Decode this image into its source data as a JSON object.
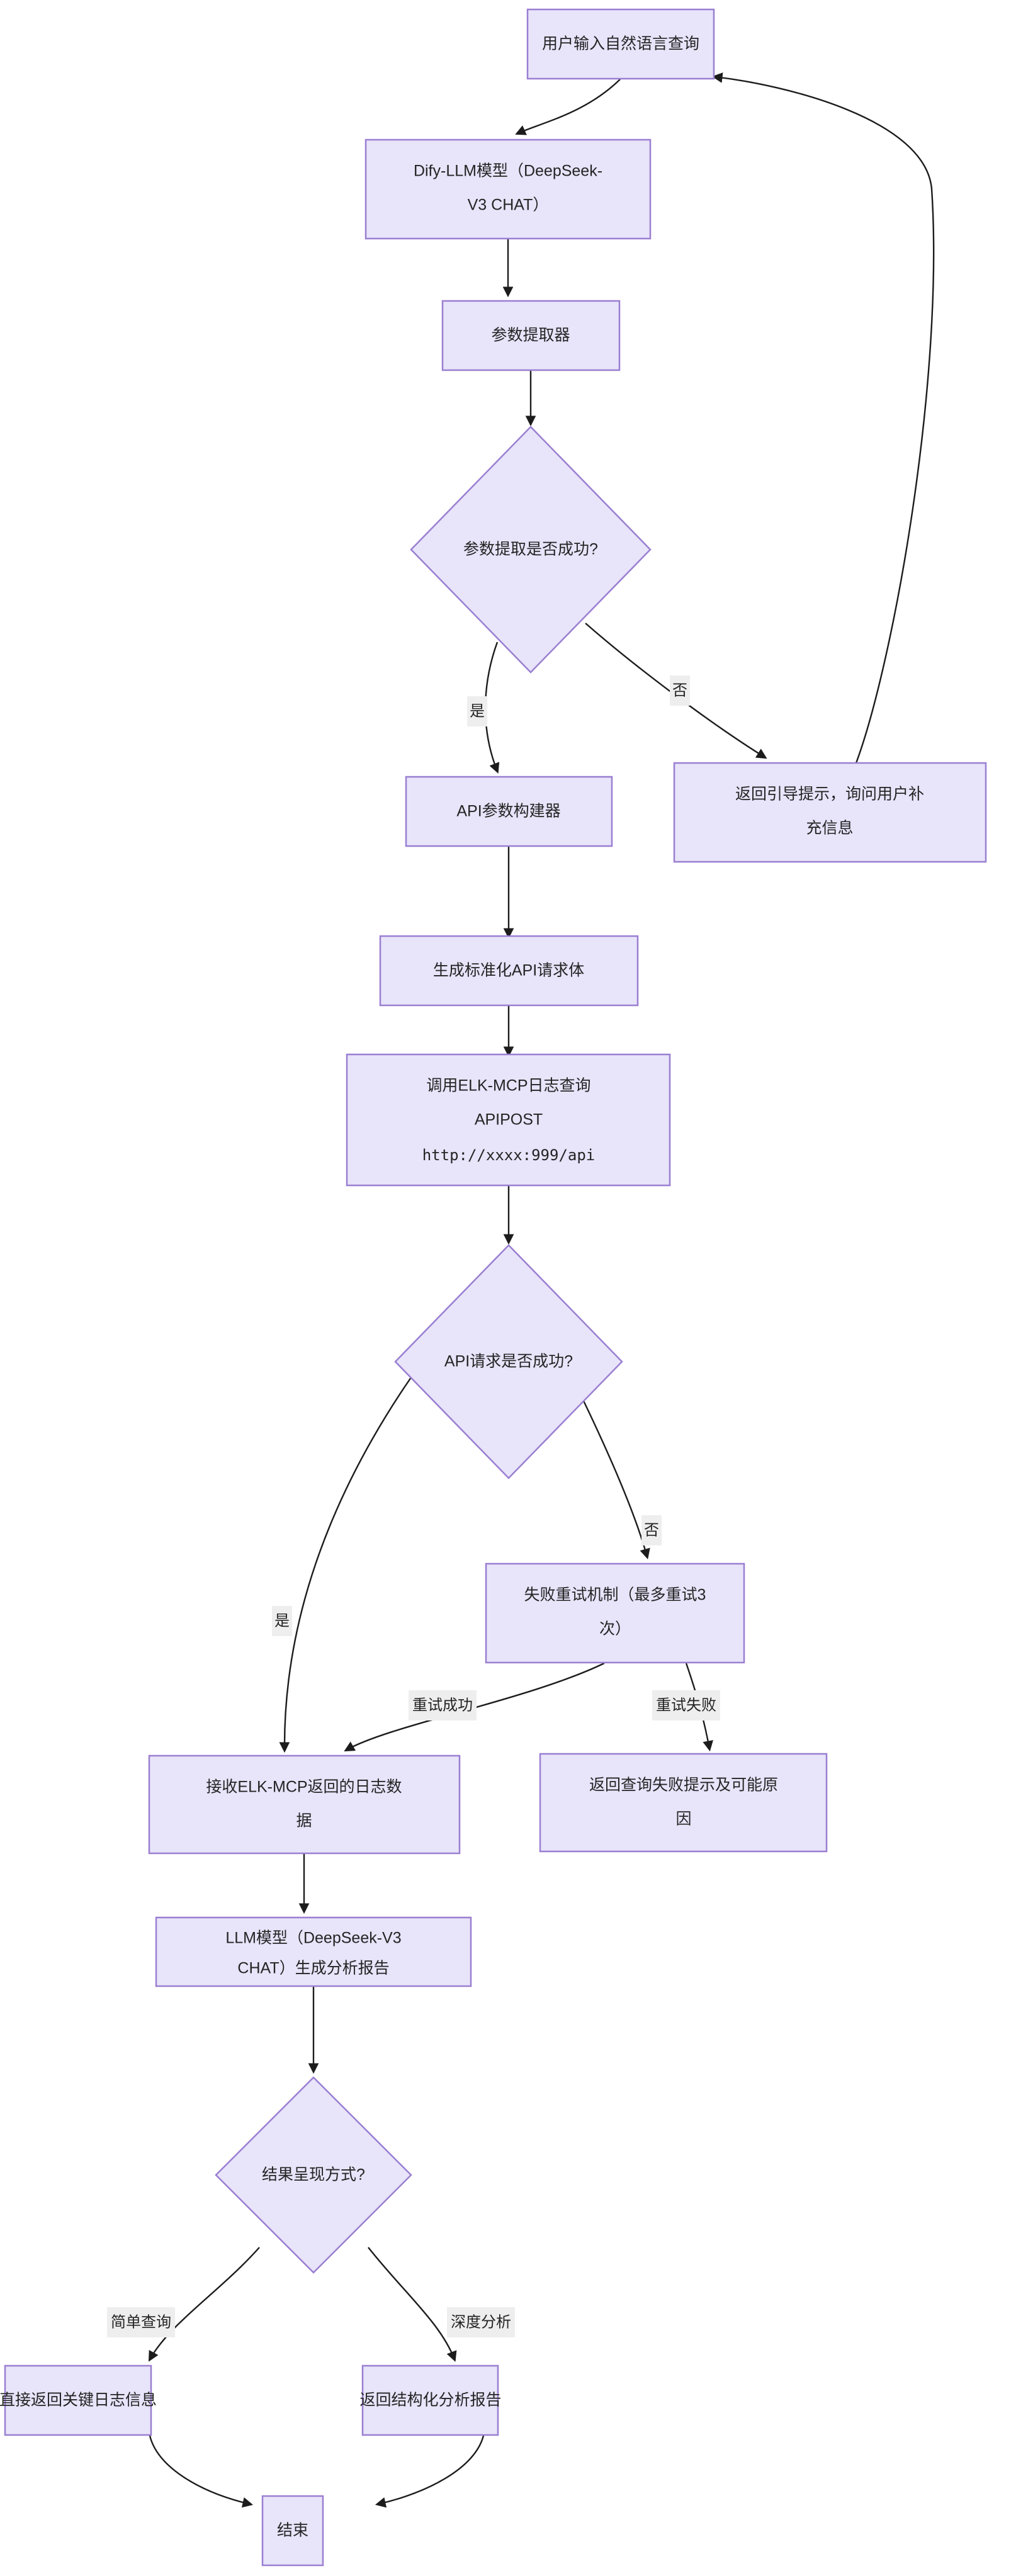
{
  "diagram": {
    "type": "flowchart",
    "direction": "top-down",
    "theme": {
      "node_fill": "#e8e4fa",
      "node_stroke": "#9a7fd1",
      "edge_stroke": "#1c1c1c",
      "edge_label_bg": "#eeeeee",
      "text_color": "#242424",
      "canvas_bg": "#ffffff"
    },
    "nodes": [
      {
        "id": "start",
        "shape": "rect",
        "lines": [
          "用户输入自然语言查询"
        ]
      },
      {
        "id": "dify",
        "shape": "rect",
        "lines": [
          "Dify-LLM模型（DeepSeek-",
          "V3 CHAT）"
        ]
      },
      {
        "id": "extractor",
        "shape": "rect",
        "lines": [
          "参数提取器"
        ]
      },
      {
        "id": "extract_ok",
        "shape": "diamond",
        "lines": [
          "参数提取是否成功?"
        ]
      },
      {
        "id": "guide",
        "shape": "rect",
        "lines": [
          "返回引导提示，询问用户补",
          "充信息"
        ]
      },
      {
        "id": "api_builder",
        "shape": "rect",
        "lines": [
          "API参数构建器"
        ]
      },
      {
        "id": "api_body",
        "shape": "rect",
        "lines": [
          "生成标准化API请求体"
        ]
      },
      {
        "id": "call_api",
        "shape": "rect",
        "lines": [
          "调用ELK-MCP日志查询",
          "APIPOST",
          "http://xxxx:999/api"
        ]
      },
      {
        "id": "api_ok",
        "shape": "diamond",
        "lines": [
          "API请求是否成功?"
        ]
      },
      {
        "id": "retry",
        "shape": "rect",
        "lines": [
          "失败重试机制（最多重试3",
          "次）"
        ]
      },
      {
        "id": "recv_logs",
        "shape": "rect",
        "lines": [
          "接收ELK-MCP返回的日志数",
          "据"
        ]
      },
      {
        "id": "fail_msg",
        "shape": "rect",
        "lines": [
          "返回查询失败提示及可能原",
          "因"
        ]
      },
      {
        "id": "llm_report",
        "shape": "rect",
        "lines": [
          "LLM模型（DeepSeek-V3",
          "CHAT）生成分析报告"
        ]
      },
      {
        "id": "present_mode",
        "shape": "diamond",
        "lines": [
          "结果呈现方式?"
        ]
      },
      {
        "id": "simple_out",
        "shape": "rect",
        "lines": [
          "直接返回关键日志信息"
        ]
      },
      {
        "id": "deep_out",
        "shape": "rect",
        "lines": [
          "返回结构化分析报告"
        ]
      },
      {
        "id": "end",
        "shape": "rect",
        "lines": [
          "结束"
        ]
      }
    ],
    "edges": [
      {
        "from": "start",
        "to": "dify",
        "label": ""
      },
      {
        "from": "dify",
        "to": "extractor",
        "label": ""
      },
      {
        "from": "extractor",
        "to": "extract_ok",
        "label": ""
      },
      {
        "from": "extract_ok",
        "to": "api_builder",
        "label": "是"
      },
      {
        "from": "extract_ok",
        "to": "guide",
        "label": "否"
      },
      {
        "from": "guide",
        "to": "start",
        "label": ""
      },
      {
        "from": "api_builder",
        "to": "api_body",
        "label": ""
      },
      {
        "from": "api_body",
        "to": "call_api",
        "label": ""
      },
      {
        "from": "call_api",
        "to": "api_ok",
        "label": ""
      },
      {
        "from": "api_ok",
        "to": "recv_logs",
        "label": "是"
      },
      {
        "from": "api_ok",
        "to": "retry",
        "label": "否"
      },
      {
        "from": "retry",
        "to": "recv_logs",
        "label": "重试成功"
      },
      {
        "from": "retry",
        "to": "fail_msg",
        "label": "重试失败"
      },
      {
        "from": "recv_logs",
        "to": "llm_report",
        "label": ""
      },
      {
        "from": "llm_report",
        "to": "present_mode",
        "label": ""
      },
      {
        "from": "present_mode",
        "to": "simple_out",
        "label": "简单查询"
      },
      {
        "from": "present_mode",
        "to": "deep_out",
        "label": "深度分析"
      },
      {
        "from": "simple_out",
        "to": "end",
        "label": ""
      },
      {
        "from": "deep_out",
        "to": "end",
        "label": ""
      }
    ],
    "text": {
      "n_start_l1": "用户输入自然语言查询",
      "n_dify_l1": "Dify-LLM模型（DeepSeek-",
      "n_dify_l2": "V3 CHAT）",
      "n_extractor_l1": "参数提取器",
      "n_extract_ok_l1": "参数提取是否成功?",
      "n_guide_l1": "返回引导提示，询问用户补",
      "n_guide_l2": "充信息",
      "n_api_builder_l1": "API参数构建器",
      "n_api_body_l1": "生成标准化API请求体",
      "n_call_api_l1": "调用ELK-MCP日志查询",
      "n_call_api_l2": "APIPOST",
      "n_call_api_l3": "http://xxxx:999/api",
      "n_api_ok_l1": "API请求是否成功?",
      "n_retry_l1": "失败重试机制（最多重试3",
      "n_retry_l2": "次）",
      "n_recv_logs_l1": "接收ELK-MCP返回的日志数",
      "n_recv_logs_l2": "据",
      "n_fail_msg_l1": "返回查询失败提示及可能原",
      "n_fail_msg_l2": "因",
      "n_llm_report_l1": "LLM模型（DeepSeek-V3",
      "n_llm_report_l2": "CHAT）生成分析报告",
      "n_present_mode_l1": "结果呈现方式?",
      "n_simple_out_l1": "直接返回关键日志信息",
      "n_deep_out_l1": "返回结构化分析报告",
      "n_end_l1": "结束",
      "e_yes_1": "是",
      "e_no_1": "否",
      "e_yes_2": "是",
      "e_no_2": "否",
      "e_retry_ok": "重试成功",
      "e_retry_fail": "重试失败",
      "e_simple": "简单查询",
      "e_deep": "深度分析"
    }
  }
}
